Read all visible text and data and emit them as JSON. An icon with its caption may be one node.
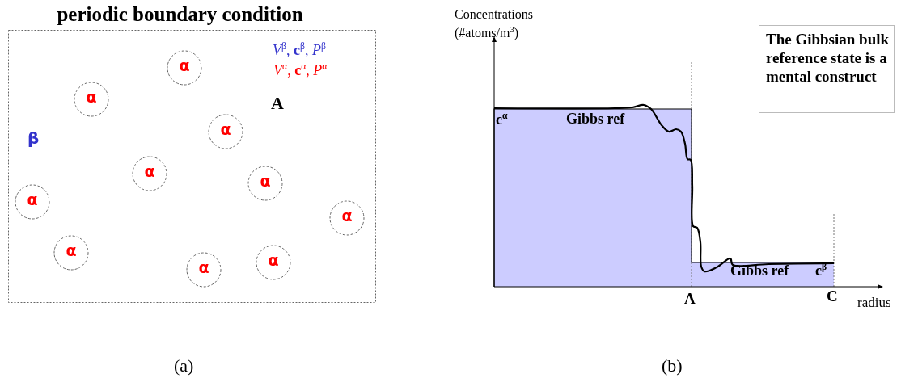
{
  "diagram": {
    "nodes": [
      {
        "text": [
          "periodic boundary condition"
        ]
      },
      {
        "text": [
          "α"
        ],
        "in": 0
      },
      {
        "text": [
          "α"
        ],
        "in": 0
      },
      {
        "text": [
          "α"
        ],
        "in": 0
      },
      {
        "text": [
          "α"
        ],
        "in": 0
      },
      {
        "text": [
          "α"
        ],
        "in": 0
      },
      {
        "text": [
          "α"
        ],
        "in": 0
      },
      {
        "text": [
          "α"
        ],
        "in": 0
      },
      {
        "text": [
          "α"
        ],
        "in": 0
      },
      {
        "text": [
          "α"
        ],
        "in": 0
      },
      {
        "text": [
          "α"
        ],
        "in": 0
      },
      {
        "text": [
          "The Gibbsian bulk reference state is a mental construct"
        ]
      }
    ],
    "labels": [
      "*V*$^{β}$, **c**$^{β}$, *P*$^{β}$",
      "*V*$^{α}$, **c**$^{α}$, *P*$^{α}$",
      "A",
      "β",
      "Concentrations (#atoms/m$^{3}$)",
      "**c**$^{α}$",
      "Gibbs ref",
      "Gibbs ref",
      "**c**$^{β}$",
      "A",
      "C",
      "radius",
      "(a)",
      "(b)"
    ]
  }
}
